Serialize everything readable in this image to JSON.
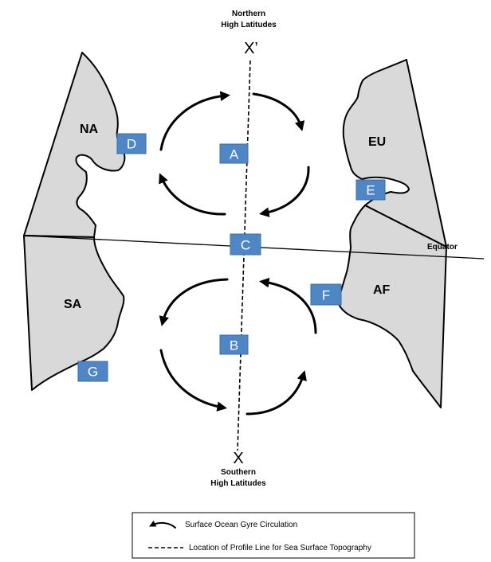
{
  "top_label": {
    "line1": "Northern",
    "line2": "High Latitudes"
  },
  "bottom_label": {
    "line1": "Southern",
    "line2": "High Latitudes"
  },
  "profile_ends": {
    "north": "X’",
    "south": "X"
  },
  "equator_label": "Equator",
  "continents": {
    "na": "NA",
    "sa": "SA",
    "eu": "EU",
    "af": "AF"
  },
  "boxes": {
    "a": "A",
    "b": "B",
    "c": "C",
    "d": "D",
    "e": "E",
    "f": "F",
    "g": "G"
  },
  "legend": {
    "gyre": "Surface Ocean Gyre Circulation",
    "profile": "Location of Profile Line for Sea Surface Topography"
  },
  "colors": {
    "box_fill": "#4f86c6",
    "land_fill": "#d9d9d9"
  },
  "icons": {
    "gyre_arrow": "curved-arrow-icon",
    "profile_line": "dashed-line-icon"
  }
}
